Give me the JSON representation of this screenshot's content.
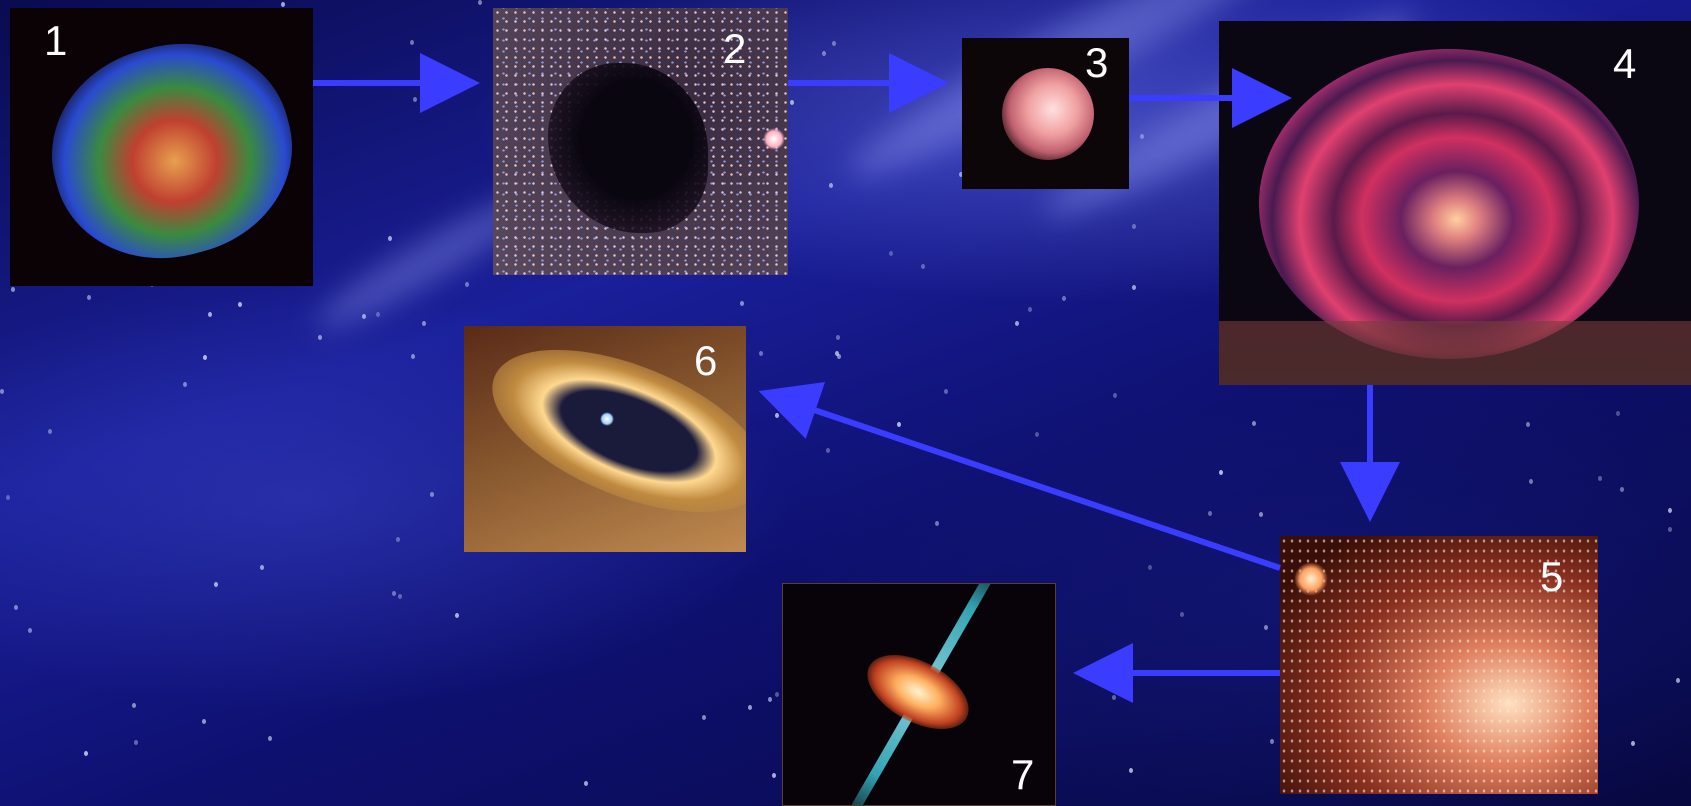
{
  "diagram": {
    "stages": [
      {
        "number": "1",
        "image": "supernova-remnant"
      },
      {
        "number": "2",
        "image": "dark-molecular-cloud"
      },
      {
        "number": "3",
        "image": "protostar"
      },
      {
        "number": "4",
        "image": "planetary-nebula-rings"
      },
      {
        "number": "5",
        "image": "star-forming-nebula"
      },
      {
        "number": "6",
        "image": "protoplanetary-disk"
      },
      {
        "number": "7",
        "image": "accretion-disk-with-jets"
      }
    ],
    "arrow_color": "#3a3cff",
    "background_color": "#141a8c"
  }
}
